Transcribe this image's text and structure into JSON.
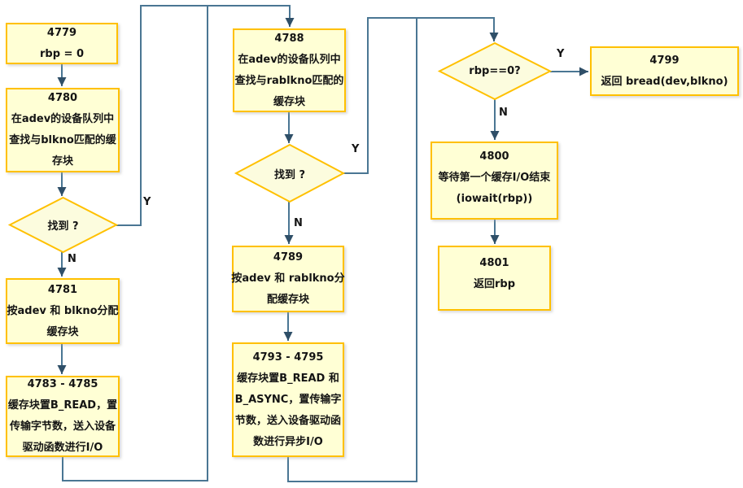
{
  "diagram": {
    "nodes": {
      "b4779": {
        "lines": [
          "4779",
          "rbp = 0"
        ]
      },
      "b4780": {
        "lines": [
          "4780",
          "在adev的设备队列中",
          "查找与blkno匹配的缓",
          "存块"
        ]
      },
      "b4781": {
        "lines": [
          "4781",
          "按adev 和 blkno分配",
          "缓存块"
        ]
      },
      "b4783": {
        "lines": [
          "4783 - 4785",
          "缓存块置B_READ，置",
          "传输字节数，送入设备",
          "驱动函数进行I/O"
        ]
      },
      "b4788": {
        "lines": [
          "4788",
          "在adev的设备队列中",
          "查找与rablkno匹配的",
          "缓存块"
        ]
      },
      "b4789": {
        "lines": [
          "4789",
          "按adev 和 rablkno分",
          "配缓存块"
        ]
      },
      "b4793": {
        "lines": [
          "4793 - 4795",
          "缓存块置B_READ 和",
          "B_ASYNC，置传输字",
          "节数，送入设备驱动函",
          "数进行异步I/O"
        ]
      },
      "b4799": {
        "lines": [
          "4799",
          "返回 bread(dev,blkno)"
        ]
      },
      "b4800": {
        "lines": [
          "4800",
          "等待第一个缓存I/O结束",
          "(iowait(rbp))"
        ]
      },
      "b4801": {
        "lines": [
          "4801",
          "返回rbp"
        ]
      }
    },
    "decisions": {
      "found_blkno": {
        "label": "找到 ?"
      },
      "found_rablkno": {
        "label": "找到 ?"
      },
      "rbp_zero": {
        "label": "rbp==0?"
      }
    },
    "edge_labels": {
      "left_yes": "Y",
      "left_no": "N",
      "mid_yes": "Y",
      "mid_no": "N",
      "right_yes": "Y",
      "right_no": "N"
    },
    "colors": {
      "node_fill": "#FFFFD5",
      "node_border": "#FFC000",
      "diamond_fill": "#FCFCDE",
      "connector": "#4A7693",
      "arrowhead": "#2F4F68",
      "text": "#141414",
      "background": "#FFFFFF"
    }
  }
}
